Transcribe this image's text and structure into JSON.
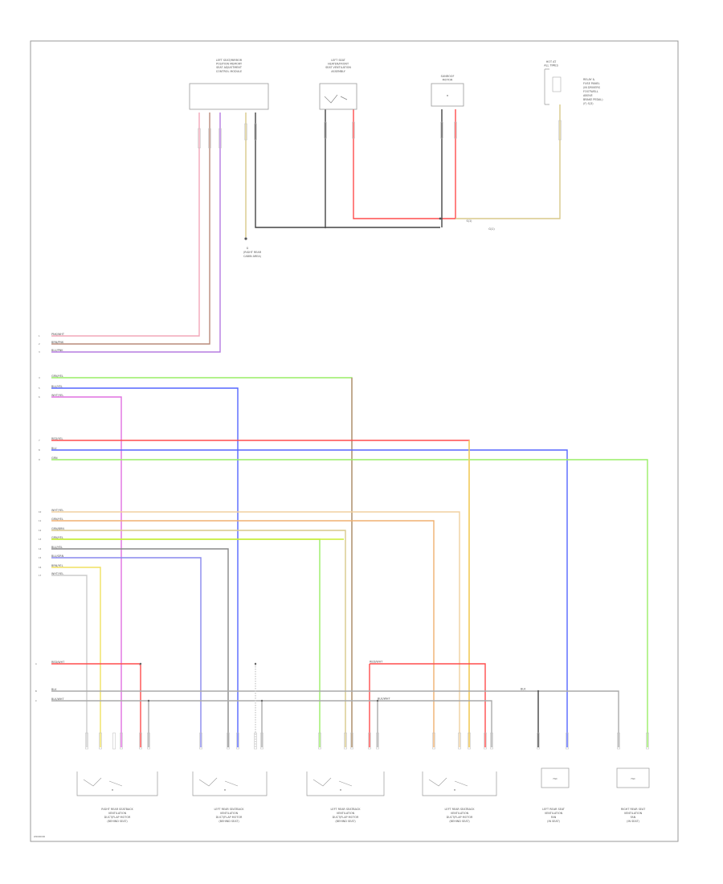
{
  "diagram": {
    "top_components": [
      {
        "id": "c1",
        "lines": [
          "LEFT SEAT/MIRROR",
          "POSITION MEMORY",
          "SEAT ADJUSTMENT",
          "CONTROL MODULE"
        ]
      },
      {
        "id": "c2",
        "lines": [
          "LEFT SEAT",
          "HEATER/FRONT",
          "SEAT VENTILATION",
          "ASSEMBLY"
        ]
      },
      {
        "id": "c3",
        "lines": [
          "SUNROOF",
          "MOTOR"
        ]
      },
      {
        "id": "c4",
        "lines": [
          "HOT AT",
          "ALL TIMES"
        ]
      }
    ],
    "fuse_block_lines": [
      "RELAY &",
      "FUSE PANEL",
      "(IN DRIVERS",
      "FOOTWELL",
      "ABOVE",
      "BRAKE PEDAL)",
      "(F) S(3)"
    ],
    "ground_label": [
      "G",
      "(RIGHT REAR",
      "CABIN AREA)"
    ],
    "splice_label": [
      "S(1)",
      "G(1)"
    ],
    "left_label_groups": [
      {
        "rows": [
          {
            "pin": "1",
            "label": "PNK/WHT"
          },
          {
            "pin": "2",
            "label": "BRN/PNK"
          },
          {
            "pin": "3",
            "label": "BLU/PNK"
          }
        ]
      },
      {
        "rows": [
          {
            "pin": "4",
            "label": "GRN/YEL"
          },
          {
            "pin": "5",
            "label": "BLU/YEL"
          },
          {
            "pin": "6",
            "label": "WHT/YEL"
          }
        ]
      },
      {
        "rows": [
          {
            "pin": "7",
            "label": "RED/YEL"
          },
          {
            "pin": "8",
            "label": "BLU"
          },
          {
            "pin": "9",
            "label": "GRN"
          }
        ]
      },
      {
        "rows": [
          {
            "pin": "10",
            "label": "WHT/YEL"
          },
          {
            "pin": "11",
            "label": "GRN/YEL"
          },
          {
            "pin": "12",
            "label": "GRN/BRN"
          },
          {
            "pin": "13",
            "label": "GRN/YEL"
          },
          {
            "pin": "14",
            "label": "BLU/YEL"
          },
          {
            "pin": "15",
            "label": "BLU/GRN"
          },
          {
            "pin": "16",
            "label": "BRN/YEL"
          },
          {
            "pin": "17",
            "label": "WHT/YEL"
          }
        ]
      }
    ],
    "bus_labels": [
      {
        "pin": "A",
        "label": "RED/WHT"
      },
      {
        "pin": "B",
        "label": "BLK"
      },
      {
        "pin": "C",
        "label": "BLK/WHT"
      }
    ],
    "bus_right_labels": [
      "RED/WHT",
      "BLK"
    ],
    "bottom_components": [
      {
        "id": "b1",
        "lines": [
          "RIGHT REAR SEATBACK",
          "VENTILATION",
          "DUCT/FLAP MOTOR",
          "(BEHIND SEAT)"
        ]
      },
      {
        "id": "b2",
        "lines": [
          "LEFT REAR SEATBACK",
          "VENTILATION",
          "DUCT/FLAP MOTOR",
          "(BEHIND SEAT)"
        ]
      },
      {
        "id": "b3",
        "lines": [
          "LEFT REAR SEATBACK",
          "VENTILATION",
          "DUCT/FLAP MOTOR",
          "(BEHIND SEAT)"
        ]
      },
      {
        "id": "b4",
        "lines": [
          "LEFT REAR SEATBACK",
          "VENTILATION",
          "DUCT/FLAP MOTOR",
          "(BEHIND SEAT)"
        ]
      },
      {
        "id": "b5",
        "lines": [
          "LEFT REAR SEAT",
          "VENTILATION",
          "FAN",
          "(IN SEAT)"
        ]
      },
      {
        "id": "b6",
        "lines": [
          "RIGHT REAR SEAT",
          "VENTILATION",
          "FAN",
          "(IN SEAT)"
        ]
      }
    ],
    "fan_label": "FAN",
    "footer_code": "W0000000",
    "wire_colors": {
      "pink": "#f2a7b8",
      "brown": "#b98a7a",
      "violet": "#b57be0",
      "yellow": "#f0e060",
      "tan": "#d9c98a",
      "black": "#444444",
      "red": "#ff4d4d",
      "green": "#99ee66",
      "blue": "#5566ff",
      "magenta": "#e070e0",
      "orange": "#f0b070",
      "lime": "#ccee33",
      "gray": "#aaaaaa",
      "frame": "#999999"
    }
  }
}
